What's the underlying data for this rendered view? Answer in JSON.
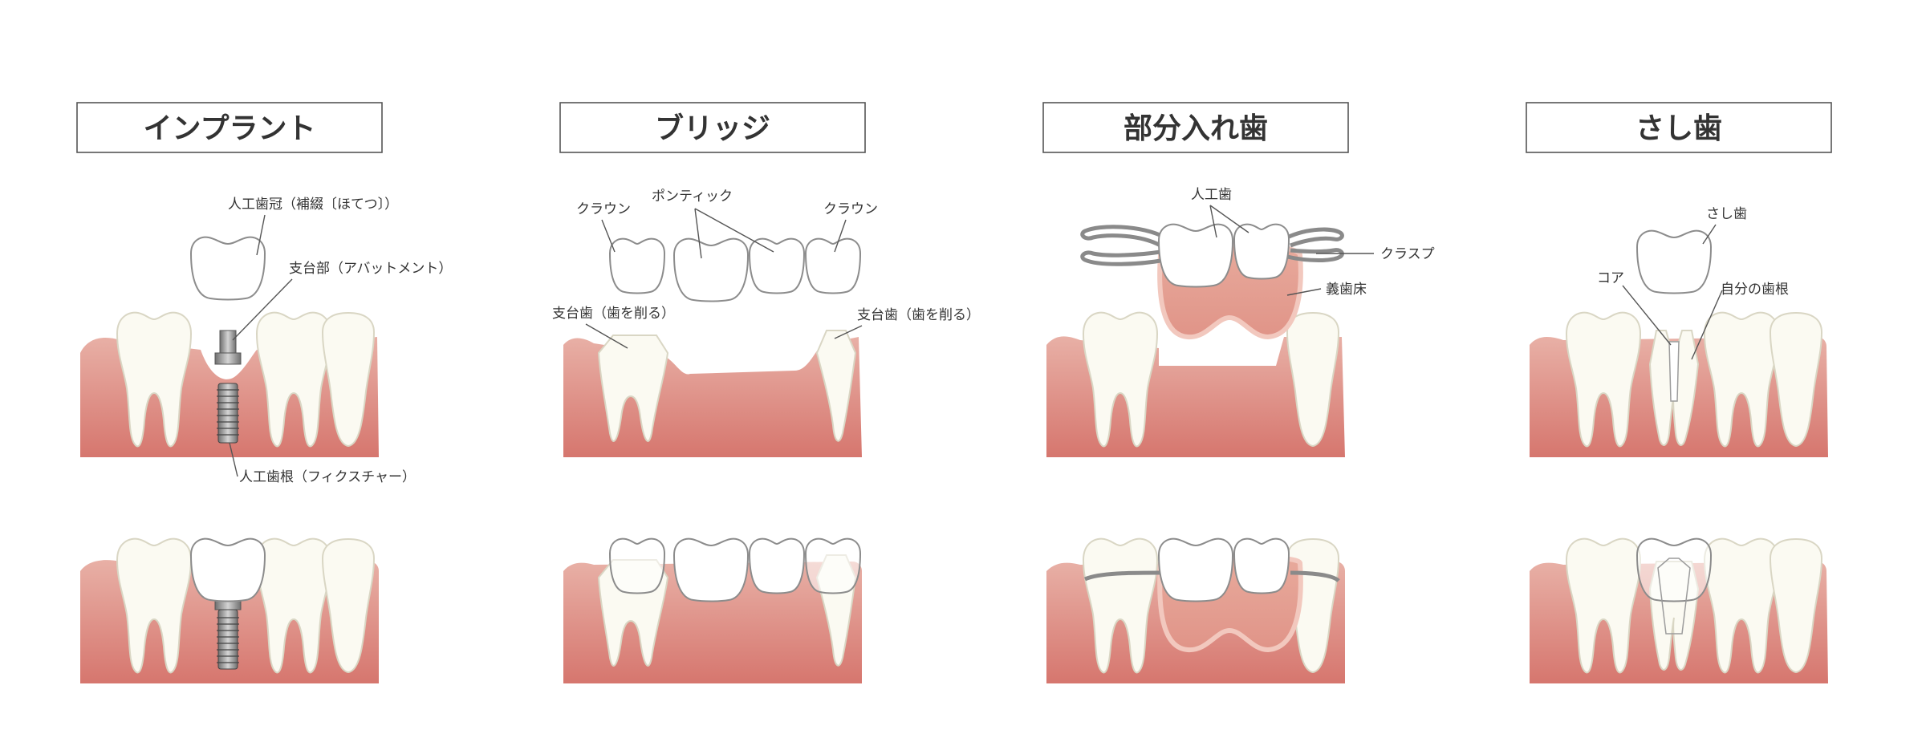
{
  "panels": [
    {
      "title": "インプラント",
      "labels": {
        "crown": "人工歯冠（補綴〔ほてつ〕）",
        "abutment": "支台部（アバットメント）",
        "fixture": "人工歯根（フィクスチャー）"
      }
    },
    {
      "title": "ブリッジ",
      "labels": {
        "crown_left": "クラウン",
        "pontic": "ポンティック",
        "crown_right": "クラウン",
        "abutment_left": "支台歯（歯を削る）",
        "abutment_right": "支台歯（歯を削る）"
      }
    },
    {
      "title": "部分入れ歯",
      "labels": {
        "artificial_teeth": "人工歯",
        "clasp": "クラスプ",
        "denture_base": "義歯床"
      }
    },
    {
      "title": "さし歯",
      "labels": {
        "post_crown": "さし歯",
        "core": "コア",
        "root": "自分の歯根"
      }
    }
  ],
  "colors": {
    "gum_top": "#e6a9a0",
    "gum_bottom": "#d77d75",
    "tooth": "#fbfaf2",
    "denture_base": "#e8aa9c"
  }
}
